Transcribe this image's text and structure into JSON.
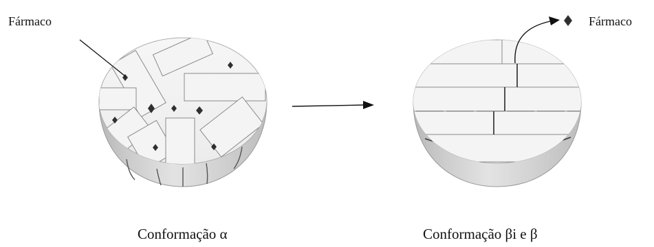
{
  "labels": {
    "drug_left": "Fármaco",
    "drug_right": "Fármaco",
    "caption_left": "Conformação α",
    "caption_right": "Conformação βi e β"
  },
  "colors": {
    "ink": "#111111",
    "top_fill": "#f0f0f0",
    "lamella_fill": "#f4f4f4",
    "drug_marker": "#2f2f2f",
    "bowl_mid": "#d4d4d4"
  },
  "icons": {
    "drug_marker": "diamond-icon",
    "transition": "arrow-right-icon",
    "release": "curved-arrow-icon"
  }
}
